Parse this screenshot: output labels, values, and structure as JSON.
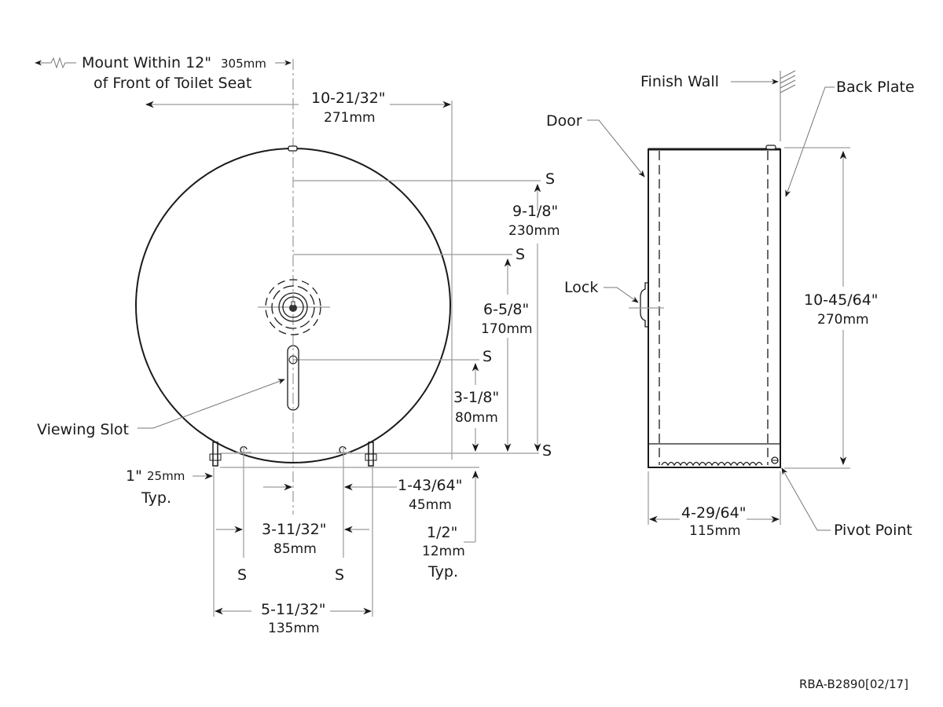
{
  "front_view": {
    "mount_note": {
      "line1": "Mount Within 12\"",
      "line1_metric": "305mm",
      "line2": "of Front of Toilet Seat"
    },
    "width_dim": {
      "imperial": "10-21/32\"",
      "metric": "271mm"
    },
    "vertical_dims": [
      {
        "imperial": "9-1/8\"",
        "metric": "230mm"
      },
      {
        "imperial": "6-5/8\"",
        "metric": "170mm"
      },
      {
        "imperial": "3-1/8\"",
        "metric": "80mm"
      }
    ],
    "s_marks": [
      "S",
      "S",
      "S",
      "S",
      "S",
      "S"
    ],
    "viewing_slot_label": "Viewing Slot",
    "bottom_dims": {
      "edge_offset": {
        "imperial": "1\"",
        "metric": "25mm",
        "note": "Typ."
      },
      "hole_offset": {
        "imperial": "1-43/64\"",
        "metric": "45mm"
      },
      "bottom_offset": {
        "imperial": "1/2\"",
        "metric": "12mm",
        "note": "Typ."
      },
      "inner_spacing": {
        "imperial": "3-11/32\"",
        "metric": "85mm"
      },
      "outer_spacing": {
        "imperial": "5-11/32\"",
        "metric": "135mm"
      }
    }
  },
  "side_view": {
    "labels": {
      "finish_wall": "Finish Wall",
      "back_plate": "Back Plate",
      "door": "Door",
      "lock": "Lock",
      "pivot_point": "Pivot Point"
    },
    "height_dim": {
      "imperial": "10-45/64\"",
      "metric": "270mm"
    },
    "depth_dim": {
      "imperial": "4-29/64\"",
      "metric": "115mm"
    }
  },
  "drawing_id": "RBA-B2890[02/17]"
}
